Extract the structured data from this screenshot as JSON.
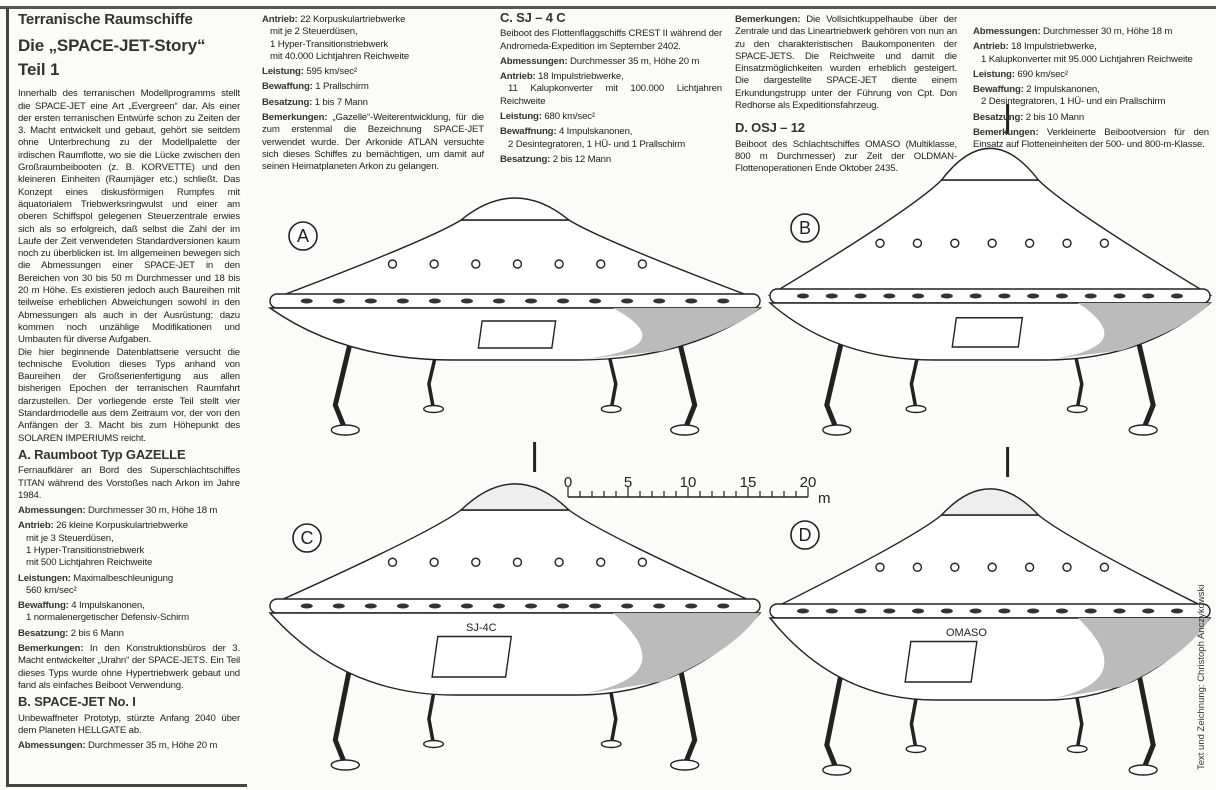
{
  "header": {
    "kicker": "Terranische Raumschiffe",
    "title": "Die „SPACE-JET-Story“",
    "part": "Teil 1"
  },
  "intro": "Innerhalb des terranischen Modellprogramms stellt die SPACE-JET eine Art „Evergreen“ dar. Als einer der ersten terranischen Entwürfe schon zu Zeiten der 3. Macht entwickelt und gebaut, gehört sie seitdem ohne Unterbrechung zu der Modellpalette der irdischen Raumflotte, wo sie die Lücke zwischen den Großraumbeibooten (z. B. KORVETTE) und den kleineren Einheiten (Raumjäger etc.) schließt. Das Konzept eines diskusförmigen Rumpfes mit äquatorialem Triebwerksringwulst und einer am oberen Schiffspol gelegenen Steuerzentrale erwies sich als so erfolgreich, daß selbst die Zahl der im Laufe der Zeit verwendeten Standardversionen kaum noch zu überblicken ist. Im allgemeinen bewegen sich die Abmessungen einer SPACE-JET in den Bereichen von 30 bis 50 m Durchmesser und 18 bis 20 m Höhe. Es existieren jedoch auch Baureihen mit teilweise erheblichen Abweichungen sowohl in den Abmessungen als auch in der Ausrüstung; dazu kommen noch unzählige Modifikationen und Umbauten für diverse Aufgaben.",
  "intro2": "Die hier beginnende Datenblattserie versucht die technische Evolution dieses Typs anhand von Baureihen der Großserienfertigung aus allen bisherigen Epochen der terranischen Raumfahrt darzustellen. Der vorliegende erste Teil stellt vier Standardmodelle aus dem Zeitraum vor, der von den Anfängen der 3. Macht bis zum Höhepunkt des SOLAREN IMPERIUMS reicht.",
  "a": {
    "title": "A.  Raumboot Typ GAZELLE",
    "desc": "Fernaufklärer an Bord des Superschlachtschiffes TITAN während des Vorstoßes nach Arkon im Jahre 1984.",
    "dim_k": "Abmessungen:",
    "dim": " Durchmesser 30 m, Höhe 18 m",
    "drive_k": "Antrieb:",
    "drive": " 26 kleine Korpuskulartriebwerke",
    "drive2": "mit je 3 Steuerdüsen,",
    "drive3": "1 Hyper-Transitionstriebwerk",
    "drive4": "mit 500 Lichtjahren Reichweite",
    "perf_k": "Leistungen:",
    "perf": " Maximalbeschleunigung",
    "perf2": "560 km/sec²",
    "arm_k": "Bewaffung:",
    "arm": " 4 Impulskanonen,",
    "arm2": "1 normalenergetischer Defensiv-Schirm",
    "crew_k": "Besatzung:",
    "crew": " 2 bis 6 Mann",
    "rem_k": "Bemerkungen:",
    "rem": " In den Konstruktionsbüros der 3. Macht entwickelter „Urahn“ der SPACE-JETS. Ein Teil dieses Typs wurde ohne Hypertriebwerk gebaut und fand als einfaches Beiboot Verwendung."
  },
  "b": {
    "title": "B.  SPACE-JET No. I",
    "desc": "Unbewaffneter Prototyp, stürzte Anfang 2040 über dem Planeten HELLGATE ab.",
    "dim_k": "Abmessungen:",
    "dim": " Durchmesser 35 m, Höhe 20 m",
    "drive_k": "Antrieb:",
    "drive": " 22 Korpuskulartriebwerke",
    "drive2": "mit je 2 Steuerdüsen,",
    "drive3": "1 Hyper-Transitionstriebwerk",
    "drive4": "mit 40.000 Lichtjahren Reichweite",
    "perf_k": "Leistung:",
    "perf": " 595 km/sec²",
    "arm_k": "Bewaffung:",
    "arm": " 1 Prallschirm",
    "crew_k": "Besatzung:",
    "crew": " 1 bis 7 Mann",
    "rem_k": "Bemerkungen:",
    "rem": " „Gazelle“-Weiterentwicklung, für die zum erstenmal die Bezeichnung SPACE-JET verwendet wurde. Der Arkonide ATLAN versuchte sich dieses Schiffes zu bemächtigen, um damit auf seinen Heimatplaneten Arkon zu gelangen."
  },
  "c": {
    "title": "C.  SJ – 4 C",
    "desc": "Beiboot des Flottenflaggschiffs CREST II während der Andromeda-Expedition im September 2402.",
    "dim_k": "Abmessungen:",
    "dim": " Durchmesser 35 m, Höhe 20 m",
    "drive_k": "Antrieb:",
    "drive": " 18 Impulstriebwerke,",
    "drive2": "11 Kalupkonverter mit 100.000 Lichtjahren Reichweite",
    "perf_k": "Leistung:",
    "perf": " 680 km/sec²",
    "arm_k": "Bewaffnung:",
    "arm": " 4 Impulskanonen,",
    "arm2": "2 Desintegratoren, 1 HÜ- und 1 Prallschirm",
    "crew_k": "Besatzung:",
    "crew": " 2 bis 12 Mann",
    "rem_k": "Bemerkungen:",
    "rem": " Die Vollsichtkuppelhaube über der Zentrale und das Lineartriebwerk gehören von nun an zu den charakteristischen Baukomponenten der SPACE-JETS. Die Reichweite und damit die Einsatzmöglichkeiten wurden erheblich gesteigert. Die dargestellte SPACE-JET diente einem Erkundungstrupp unter der Führung von Cpt. Don Redhorse als Expeditionsfahrzeug."
  },
  "d": {
    "title": "D.  OSJ – 12",
    "desc": "Beiboot des Schlachtschiffes OMASO (Multiklasse, 800 m Durchmesser) zur Zeit der OLDMAN-Flottenoperationen Ende Oktober 2435.",
    "dim_k": "Abmessungen:",
    "dim": " Durchmesser 30 m, Höhe 18 m",
    "drive_k": "Antrieb:",
    "drive": " 18 Impulstriebwerke,",
    "drive2": "1 Kalupkonverter mit 95.000 Lichtjahren Reichweite",
    "perf_k": "Leistung:",
    "perf": " 690 km/sec²",
    "arm_k": "Bewaffung:",
    "arm": " 2 Impulskanonen,",
    "arm2": "2 Desintegratoren, 1 HÜ- und ein Prallschirm",
    "crew_k": "Besatzung:",
    "crew": " 2 bis 10 Mann",
    "rem_k": "Bemerkungen:",
    "rem": " Verkleinerte Beibootversion für den Einsatz auf Flotteneinheiten der 500- und 800-m-Klasse."
  },
  "figures": {
    "labels": [
      "A",
      "B",
      "C",
      "D"
    ],
    "hull_c": "SJ-4C",
    "hull_d": "OMASO"
  },
  "scale": {
    "ticks": [
      "0",
      "5",
      "10",
      "15",
      "20"
    ],
    "unit": "m"
  },
  "credit": "Text und Zeichnung: Christoph Anczykowski"
}
